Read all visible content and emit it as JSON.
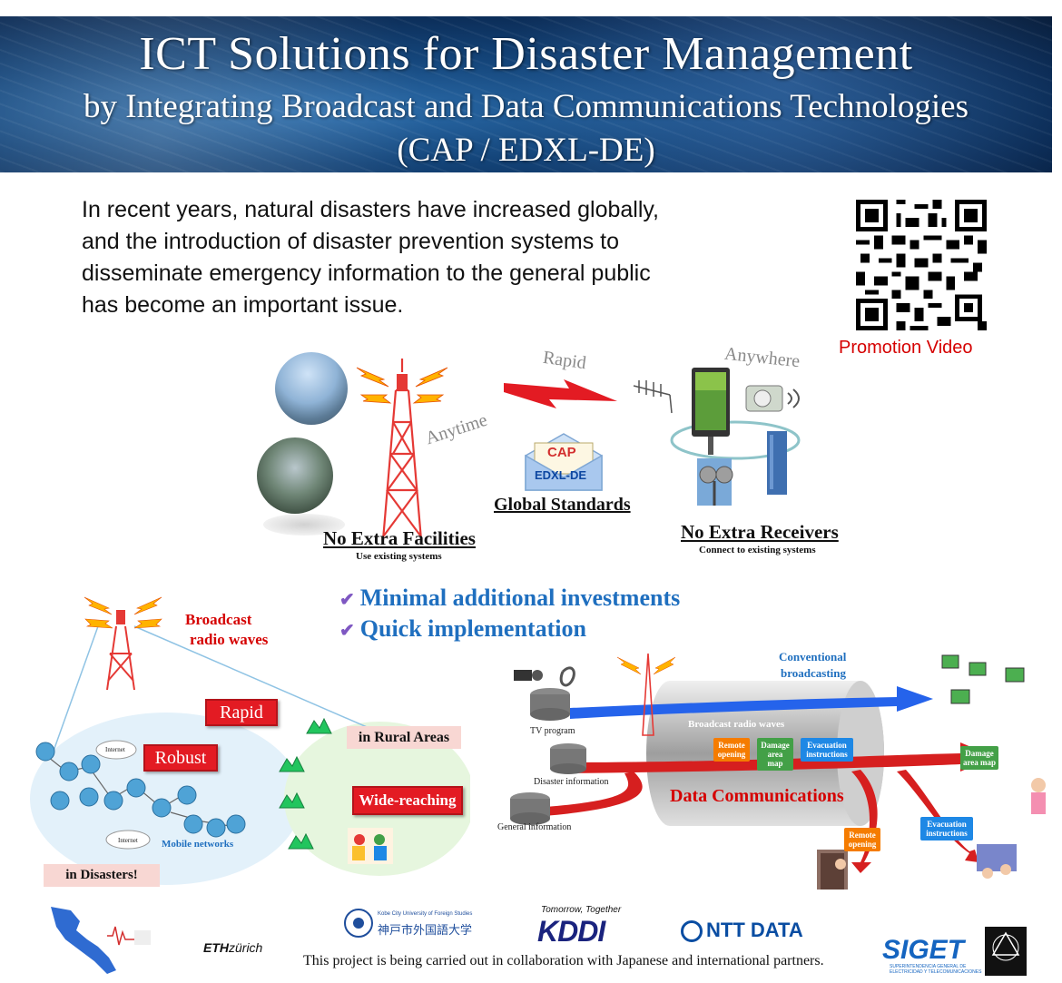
{
  "header": {
    "title": "ICT Solutions for Disaster Management",
    "subtitle": "by Integrating Broadcast and Data Communications Technologies",
    "standards": "(CAP / EDXL-DE)"
  },
  "intro": {
    "lines": [
      "In recent years, natural disasters have increased globally,",
      "and the introduction of disaster prevention systems to",
      "disseminate emergency information to the general public",
      "has become an important issue."
    ]
  },
  "qr": {
    "label": "Promotion Video"
  },
  "features": {
    "anytime": "Anytime",
    "rapid": "Rapid",
    "anywhere": "Anywhere",
    "cap": "CAP",
    "edxl": "EDXL-DE",
    "global_standards": "Global Standards",
    "no_extra_facilities": "No Extra Facilities",
    "use_existing": "Use existing systems",
    "no_extra_receivers": "No Extra Receivers",
    "connect_existing": "Connect to existing systems"
  },
  "benefits": [
    "Minimal additional investments",
    "Quick implementation"
  ],
  "left_diagram": {
    "broadcast_line1": "Broadcast",
    "broadcast_line2": "radio waves",
    "rapid": "Rapid",
    "robust": "Robust",
    "wide_reaching": "Wide-reaching",
    "rural": "in Rural Areas",
    "disasters": "in Disasters!",
    "internet1": "Internet",
    "internet2": "Internet",
    "mobile": "Mobile networks"
  },
  "right_diagram": {
    "conventional_line1": "Conventional",
    "conventional_line2": "broadcasting",
    "tv_program": "TV program",
    "broadcast_waves": "Broadcast radio waves",
    "remote_opening": "Remote opening",
    "damage_map": "Damage area map",
    "evacuation": "Evacuation instructions",
    "damage_map_right": "Damage area map",
    "disaster_info": "Disaster information",
    "general_info": "General information",
    "data_communications": "Data Communications",
    "remote_opening_bottom": "Remote opening",
    "evacuation_bottom": "Evacuation instructions"
  },
  "footer": {
    "text": "This project is being carried out in collaboration with Japanese and international partners.",
    "eth": "ETH",
    "eth_suffix": "zürich",
    "kobe_line1": "Kobe City University of Foreign Studies",
    "kobe_jp": "神戸市外国語大学",
    "kddi_tagline": "Tomorrow, Together",
    "kddi": "KDDI",
    "ntt": "NTT DATA",
    "siget": "SIGET",
    "siget_sub": "SUPERINTENDENCIA GENERAL DE ELECTRICIDAD Y TELECOMUNICACIONES"
  },
  "colors": {
    "accent_blue": "#1f6fbf",
    "accent_red": "#d50000",
    "banner_dark": "#0b2b55"
  }
}
